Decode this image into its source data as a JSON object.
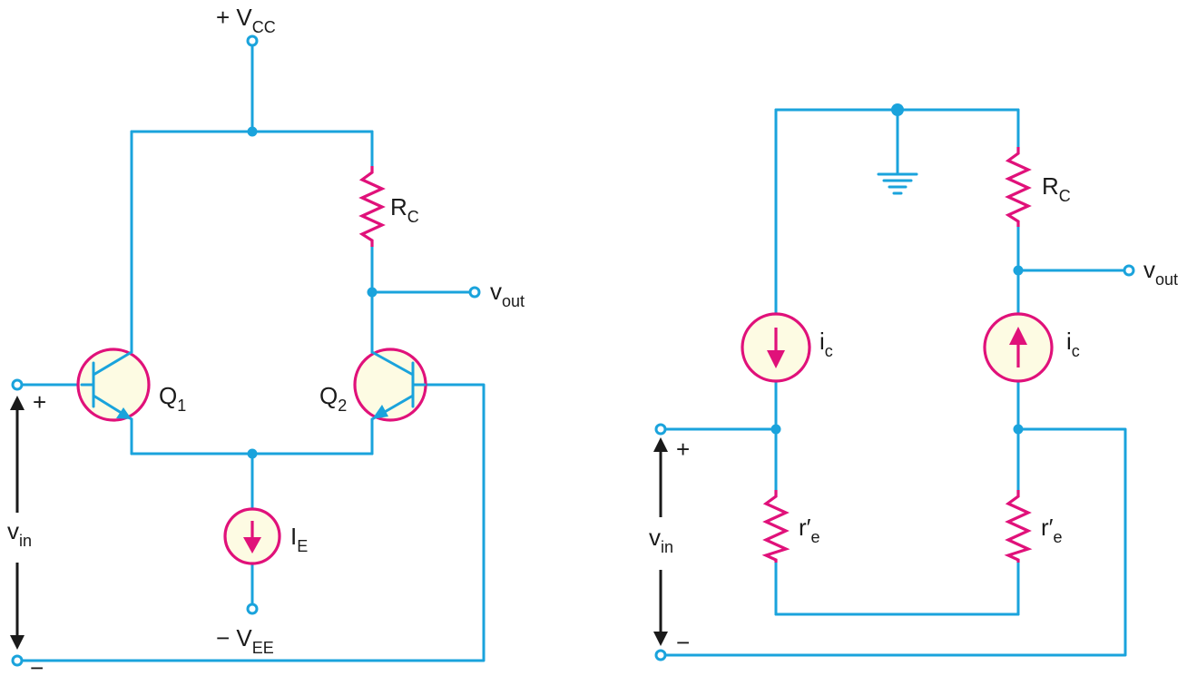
{
  "left_circuit": {
    "vcc": {
      "main": "+ V",
      "sub": "CC"
    },
    "vee": {
      "main": "− V",
      "sub": "EE"
    },
    "rc": {
      "main": "R",
      "sub": "C"
    },
    "vout": {
      "main": "v",
      "sub": "out"
    },
    "q1": {
      "main": "Q",
      "sub": "1"
    },
    "q2": {
      "main": "Q",
      "sub": "2"
    },
    "ie": {
      "main": "I",
      "sub": "E"
    },
    "vin": {
      "main": "v",
      "sub": "in"
    },
    "plus": "+",
    "minus": "−"
  },
  "right_circuit": {
    "rc": {
      "main": "R",
      "sub": "C"
    },
    "vout": {
      "main": "v",
      "sub": "out"
    },
    "ic_left": {
      "main": "i",
      "sub": "c"
    },
    "ic_right": {
      "main": "i",
      "sub": "c"
    },
    "re_left": {
      "main": "r′",
      "sub": "e"
    },
    "re_right": {
      "main": "r′",
      "sub": "e"
    },
    "vin": {
      "main": "v",
      "sub": "in"
    },
    "plus": "+",
    "minus": "−"
  }
}
